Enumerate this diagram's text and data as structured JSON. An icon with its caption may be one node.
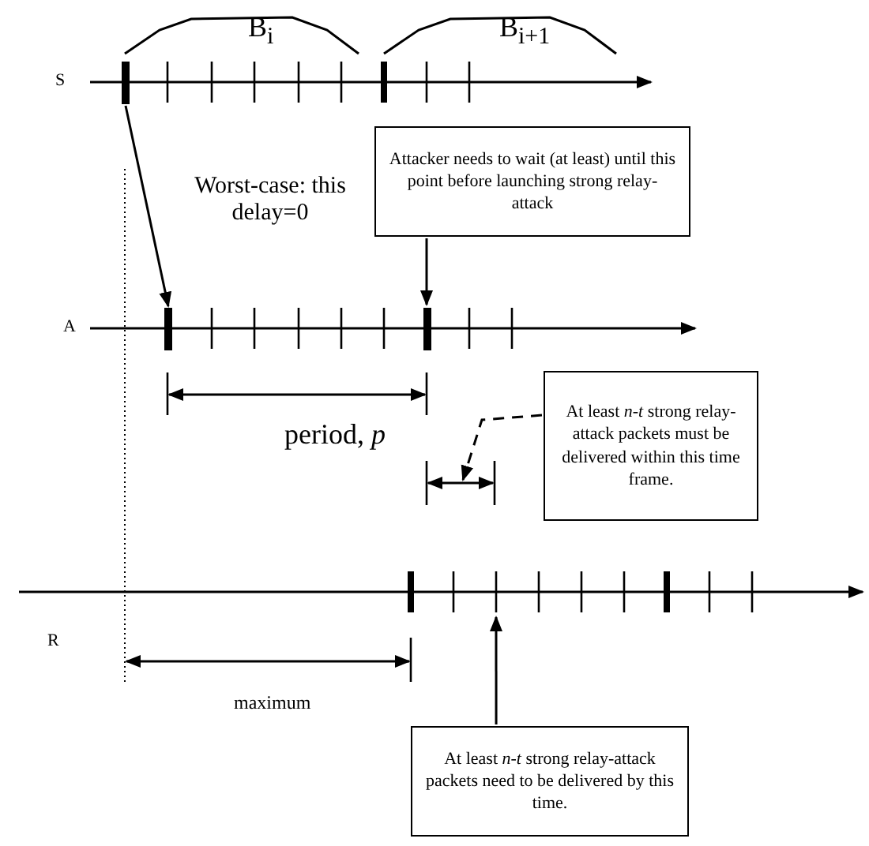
{
  "diagram": {
    "nodes": [
      {
        "text": [
          "Attacker needs to wait (at least) until this point before launching strong relay-attack"
        ]
      },
      {
        "text": [
          "At least *n-t* strong relay-attack packets must be delivered within this time frame."
        ]
      },
      {
        "text": [
          "At least *n-t* strong relay-attack packets need to be delivered by this time."
        ]
      },
      {
        "text": [],
        "shape": "bar"
      },
      {
        "text": [],
        "shape": "bar"
      }
    ],
    "edges": [
      {
        "from": 3,
        "to": 4,
        "arrow": "to",
        "label": "Worst-case: this delay=0"
      },
      {
        "from": 0,
        "to": null,
        "arrow": "to"
      },
      {
        "from": 1,
        "to": null,
        "arrow": "to",
        "style": "dashed"
      },
      {
        "from": 2,
        "to": null,
        "arrow": "to"
      }
    ],
    "labels": [
      "B$_{i}$",
      "B$_{i+1}$",
      "S",
      "A",
      "period, *p*",
      "R",
      "maximum"
    ]
  }
}
